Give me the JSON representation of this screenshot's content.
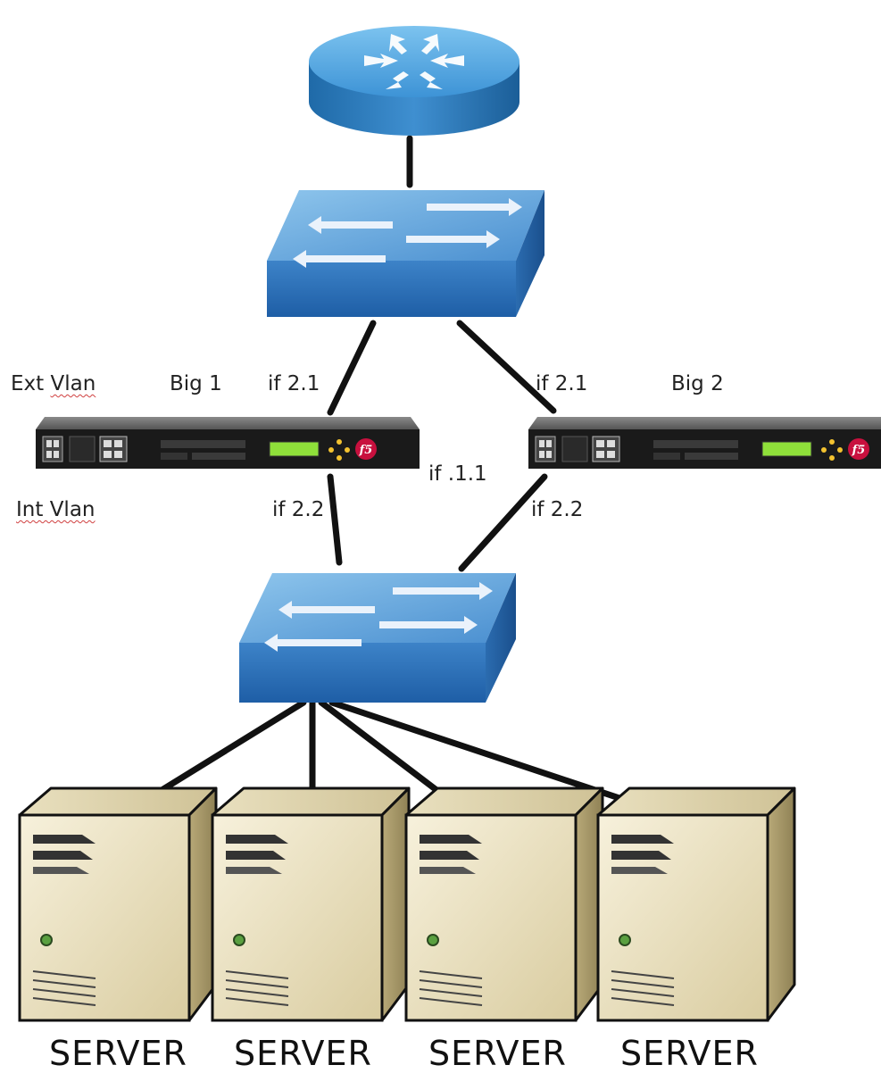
{
  "labels": {
    "ext_vlan": "Ext Vlan",
    "big1": "Big 1",
    "big1_if21": "if 2.1",
    "big2_if21": "if 2.1",
    "big2": "Big 2",
    "if11": "if .1.1",
    "int_vlan": "Int Vlan",
    "big1_if22": "if 2.2",
    "big2_if22": "if 2.2"
  },
  "servers": [
    "SERVER",
    "SERVER",
    "SERVER",
    "SERVER"
  ],
  "device_logo": "f5",
  "icons": [
    "router-icon",
    "switch-icon",
    "bigip-appliance-icon",
    "server-icon"
  ],
  "colors": {
    "device_blue": "#3f86c8",
    "server_beige": "#e6dcb8",
    "appliance_dark": "#1c1c1c",
    "lcd_green": "#8fe03a",
    "f5_red": "#c8103e"
  }
}
